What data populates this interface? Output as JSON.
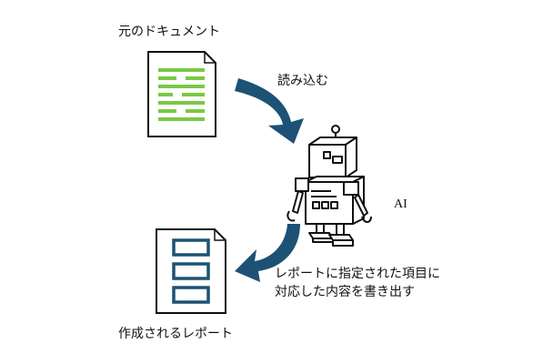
{
  "labels": {
    "source_document": "元のドキュメント",
    "read_in": "読み込む",
    "ai": "AI",
    "write_out_line1": "レポートに指定された項目に",
    "write_out_line2": "対応した内容を書き出す",
    "created_report": "作成されるレポート"
  },
  "icons": {
    "source_document": "text-document-icon",
    "robot": "robot-icon",
    "report": "form-report-icon",
    "read_arrow": "curved-arrow-down-right-icon",
    "write_arrow": "curved-arrow-down-left-icon"
  },
  "colors": {
    "document_lines": "#7ac943",
    "arrow": "#1d5275",
    "report_boxes": "#1d5275",
    "outline": "#111111",
    "robot_fill": "#ffffff"
  }
}
